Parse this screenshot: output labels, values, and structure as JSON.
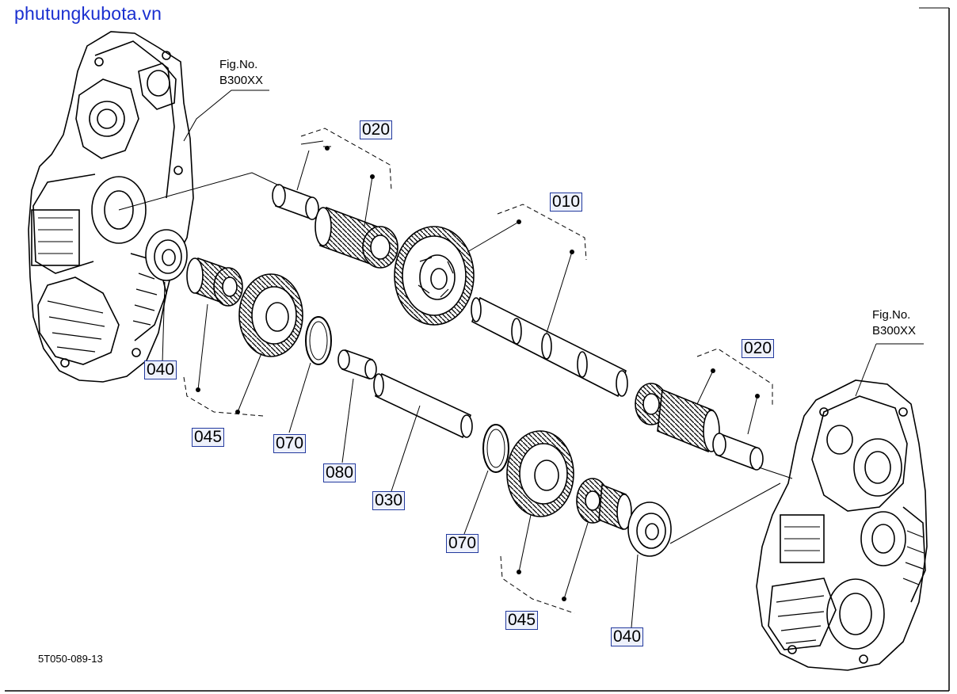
{
  "watermark": "phutungkubota.vn",
  "drawing_code": "5T050-089-13",
  "fig_refs": [
    {
      "line1": "Fig.No.",
      "line2": "B300XX"
    },
    {
      "line1": "Fig.No.",
      "line2": "B300XX"
    }
  ],
  "callouts": {
    "c020_top": "020",
    "c010": "010",
    "c020_right": "020",
    "c040_left": "040",
    "c045_left": "045",
    "c070_left": "070",
    "c080": "080",
    "c030": "030",
    "c070_right": "070",
    "c045_right": "045",
    "c040_right": "040"
  },
  "colors": {
    "watermark": "#1a2fd0",
    "callout_border": "#233a9e",
    "callout_fill": "#eef1fb",
    "line": "#000000"
  }
}
